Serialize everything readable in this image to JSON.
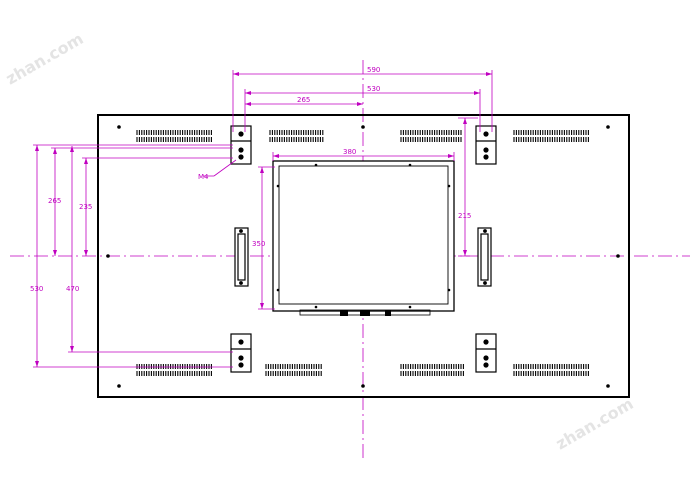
{
  "drawing": {
    "watermark": "zhan.com",
    "dimensions": {
      "top_outer": "590",
      "top_mid": "530",
      "top_inner": "265",
      "panel_width": "380",
      "left_outer": "530",
      "left_mid": "265",
      "left_inner": "235",
      "left_470": "470",
      "panel_height": "350",
      "right_215": "215",
      "screw_label": "M4"
    },
    "colors": {
      "outline": "#000000",
      "dimension": "#c000c0",
      "background": "#ffffff"
    }
  }
}
